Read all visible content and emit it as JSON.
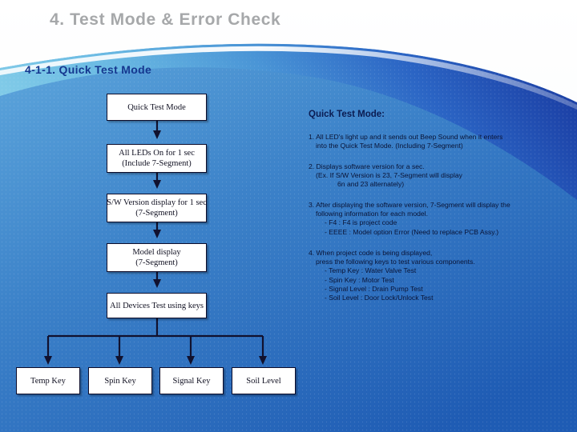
{
  "slide": {
    "title": "4. Test Mode & Error Check",
    "subtitle": "4-1-1.  Quick Test Mode",
    "colors": {
      "title_gray": "#a6a8aa",
      "subtitle_navy": "#15378f",
      "blue_light": "#7ec9e8",
      "blue_mid": "#3d87cd",
      "blue_dark": "#1b3f9e",
      "box_fill": "#ffffff",
      "box_border": "#0d0d2b"
    }
  },
  "flowchart": {
    "steps": [
      {
        "id": "quick-test-mode",
        "lines": [
          "Quick Test Mode"
        ]
      },
      {
        "id": "all-leds-on",
        "lines": [
          "All LEDs On for 1 sec",
          "(Include 7-Segment)"
        ]
      },
      {
        "id": "sw-version",
        "lines": [
          "S/W Version display for 1 sec",
          "(7-Segment)"
        ]
      },
      {
        "id": "model-display",
        "lines": [
          "Model display",
          "(7-Segment)"
        ]
      },
      {
        "id": "all-devices-test",
        "lines": [
          "All Devices Test using keys"
        ]
      }
    ],
    "keys": [
      {
        "id": "temp-key",
        "label": "Temp Key"
      },
      {
        "id": "spin-key",
        "label": "Spin Key"
      },
      {
        "id": "signal-key",
        "label": "Signal Key"
      },
      {
        "id": "soil-level",
        "label": "Soil Level"
      }
    ]
  },
  "notes": {
    "heading": "Quick Test Mode:",
    "item1": [
      "1. All LED's light up and it sends out Beep Sound when it enters",
      "into the Quick Test Mode. (Including 7-Segment)"
    ],
    "item2": [
      "2. Displays software version for a sec.",
      "(Ex. If S/W Version is  23, 7-Segment will display",
      "6n and 23 alternately)"
    ],
    "item3": [
      "3. After displaying the software version, 7-Segment will display the",
      "following information for each model.",
      "- F4  : F4 is project code",
      "- EEEE : Model option Error (Need to replace PCB Assy.)"
    ],
    "item4": [
      "4. When project code is being displayed,",
      "press the following keys to test various components.",
      "- Temp Key : Water Valve Test",
      "- Spin Key : Motor Test",
      "- Signal Level : Drain Pump Test",
      "- Soil Level : Door Lock/Unlock Test"
    ]
  }
}
